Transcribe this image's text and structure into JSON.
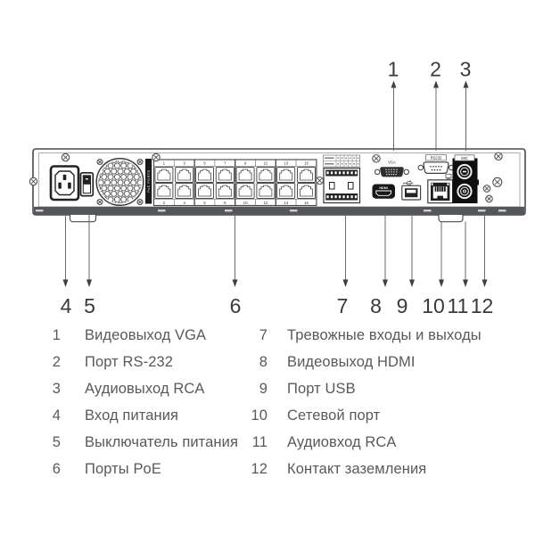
{
  "diagram": {
    "labels": {
      "poe_ports": "PoE PORTS",
      "vga": "VGA",
      "rs232": "RS232",
      "hdmi": "HDMI",
      "mic": "MIC"
    },
    "poe_port_numbers_top": [
      "1",
      "3",
      "5",
      "7",
      "9",
      "11",
      "13",
      "15"
    ],
    "poe_port_numbers_bottom": [
      "2",
      "4",
      "6",
      "8",
      "10",
      "12",
      "14",
      "16"
    ],
    "callouts_top": [
      "1",
      "2",
      "3"
    ],
    "callouts_bottom": [
      "4",
      "5",
      "6",
      "7",
      "8",
      "9",
      "10",
      "11",
      "12"
    ]
  },
  "legend": {
    "left": [
      {
        "num": "1",
        "label": "Видеовыход VGA"
      },
      {
        "num": "2",
        "label": "Порт RS-232"
      },
      {
        "num": "3",
        "label": "Аудиовыход RCA"
      },
      {
        "num": "4",
        "label": "Вход питания"
      },
      {
        "num": "5",
        "label": "Выключатель питания"
      },
      {
        "num": "6",
        "label": "Порты PoE"
      }
    ],
    "right": [
      {
        "num": "7",
        "label": "Тревожные входы и выходы"
      },
      {
        "num": "8",
        "label": "Видеовыход HDMI"
      },
      {
        "num": "9",
        "label": "Порт USB"
      },
      {
        "num": "10",
        "label": "Сетевой порт"
      },
      {
        "num": "11",
        "label": "Аудиовход RCA"
      },
      {
        "num": "12",
        "label": "Контакт заземления"
      }
    ]
  },
  "colors": {
    "background": "#ffffff",
    "diagram_line": "#4a4a4a",
    "dark_fill": "#171717",
    "rail_fill": "#55565a",
    "legend_text": "#595959",
    "callout_text": "#3a3a3a"
  }
}
